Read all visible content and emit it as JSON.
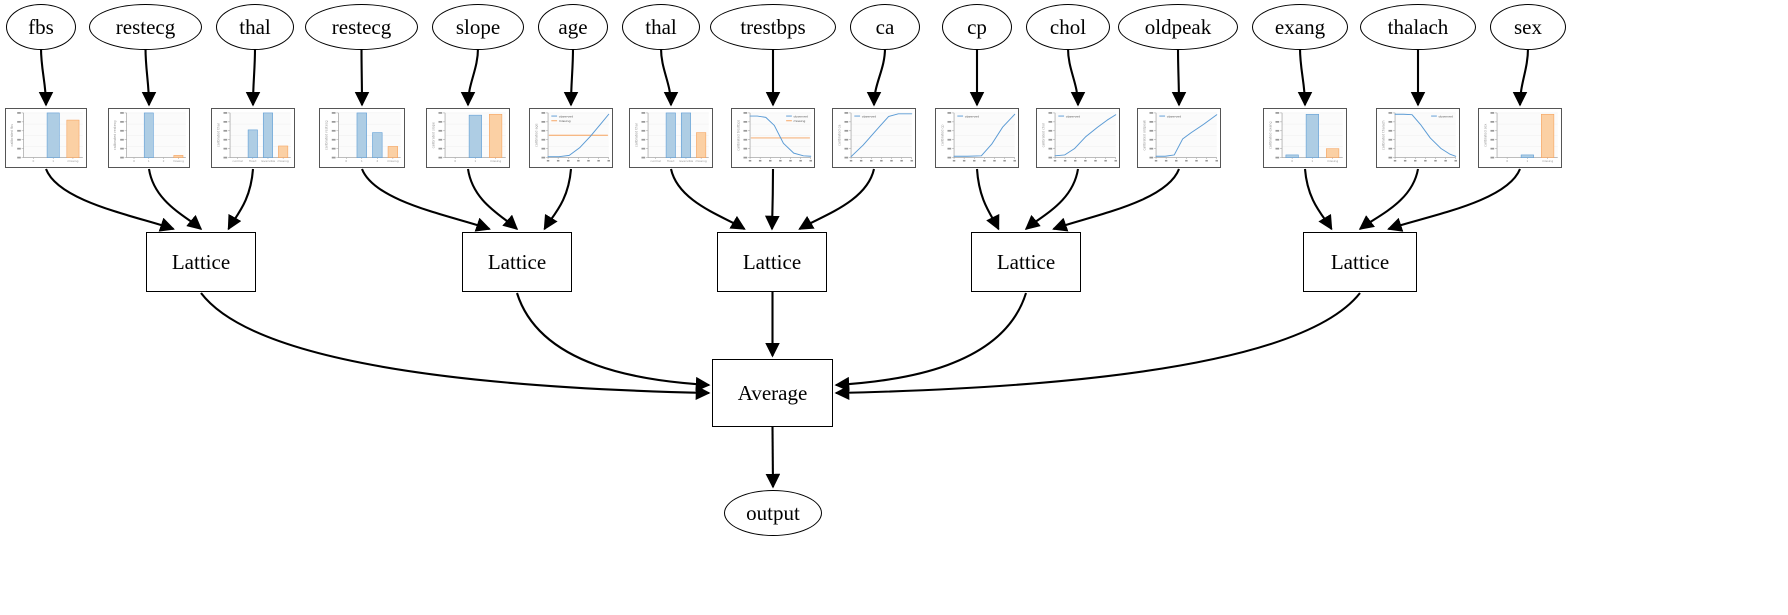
{
  "graph": {
    "type": "calibrated-lattice-ensemble-architecture",
    "direction": "top-to-bottom",
    "output_node_label": "output",
    "lattice_label": "Lattice",
    "average_label": "Average",
    "legend_labels": {
      "observed": "observed",
      "missing": "missing"
    },
    "axis_ylabel_prefix": "calibrated"
  },
  "features": [
    {
      "id": "f0",
      "label": "fbs",
      "lattice": 0,
      "plot": {
        "type": "bar",
        "xlabel": "fbs",
        "ylabel": "calibrated fbs",
        "categories": [
          "0",
          "1",
          "missing"
        ],
        "values": [
          0.0,
          1.0,
          0.84
        ],
        "colors": [
          "#aecde4",
          "#aecde4",
          "#fbd0a4"
        ],
        "ylim": [
          0,
          1
        ]
      }
    },
    {
      "id": "f1",
      "label": "restecg",
      "lattice": 0,
      "plot": {
        "type": "bar",
        "xlabel": "restecg",
        "ylabel": "calibrated restecg",
        "categories": [
          "0",
          "1",
          "2",
          "missing"
        ],
        "values": [
          0.0,
          1.0,
          0.0,
          0.05
        ],
        "colors": [
          "#aecde4",
          "#aecde4",
          "#aecde4",
          "#fbd0a4"
        ],
        "ylim": [
          0,
          1
        ]
      }
    },
    {
      "id": "f2",
      "label": "thal",
      "lattice": 0,
      "plot": {
        "type": "bar",
        "xlabel": "thal",
        "ylabel": "calibrated thal",
        "categories": [
          "normal",
          "fixed",
          "reversible",
          "missing"
        ],
        "values": [
          0.0,
          0.62,
          1.0,
          0.26
        ],
        "colors": [
          "#aecde4",
          "#aecde4",
          "#aecde4",
          "#fbd0a4"
        ],
        "ylim": [
          0,
          1
        ]
      }
    },
    {
      "id": "f3",
      "label": "restecg",
      "lattice": 1,
      "plot": {
        "type": "bar",
        "xlabel": "restecg",
        "ylabel": "calibrated restecg",
        "categories": [
          "0",
          "1",
          "2",
          "missing"
        ],
        "values": [
          0.0,
          1.0,
          0.56,
          0.25
        ],
        "colors": [
          "#aecde4",
          "#aecde4",
          "#aecde4",
          "#fbd0a4"
        ],
        "ylim": [
          0,
          1
        ]
      }
    },
    {
      "id": "f4",
      "label": "slope",
      "lattice": 1,
      "plot": {
        "type": "bar",
        "xlabel": "slope",
        "ylabel": "calibrated slope",
        "categories": [
          "0",
          "1",
          "missing"
        ],
        "values": [
          0.0,
          0.95,
          0.97
        ],
        "colors": [
          "#aecde4",
          "#aecde4",
          "#fbd0a4"
        ],
        "ylim": [
          0,
          1
        ]
      }
    },
    {
      "id": "f5",
      "label": "age",
      "lattice": 1,
      "plot": {
        "type": "line",
        "xlabel": "age",
        "ylabel": "calibrated age",
        "legend": [
          "observed",
          "missing"
        ],
        "observed_x": [
          0,
          0.18,
          0.35,
          0.52,
          0.7,
          0.86,
          1.0
        ],
        "observed_y": [
          0.02,
          0.02,
          0.05,
          0.22,
          0.48,
          0.74,
          0.97
        ],
        "missing_level": 0.5,
        "ylim": [
          0,
          1
        ]
      }
    },
    {
      "id": "f6",
      "label": "thal",
      "lattice": 2,
      "plot": {
        "type": "bar",
        "xlabel": "thal",
        "ylabel": "calibrated thal",
        "categories": [
          "normal",
          "fixed",
          "reversible",
          "missing"
        ],
        "values": [
          0.0,
          1.0,
          1.0,
          0.56
        ],
        "colors": [
          "#aecde4",
          "#aecde4",
          "#aecde4",
          "#fbd0a4"
        ],
        "ylim": [
          0,
          1
        ]
      }
    },
    {
      "id": "f7",
      "label": "trestbps",
      "lattice": 2,
      "plot": {
        "type": "line",
        "xlabel": "trestbps",
        "ylabel": "calibrated trestbps",
        "legend": [
          "observed",
          "missing"
        ],
        "observed_x": [
          0,
          0.12,
          0.26,
          0.4,
          0.55,
          0.72,
          0.88,
          1.0
        ],
        "observed_y": [
          0.93,
          0.93,
          0.9,
          0.72,
          0.32,
          0.1,
          0.04,
          0.03
        ],
        "missing_level": 0.44,
        "ylim": [
          0,
          1
        ]
      }
    },
    {
      "id": "f8",
      "label": "ca",
      "lattice": 2,
      "plot": {
        "type": "line",
        "xlabel": "ca",
        "ylabel": "calibrated ca",
        "legend": [
          "observed"
        ],
        "observed_x": [
          0,
          0.2,
          0.42,
          0.62,
          0.78,
          1.0
        ],
        "observed_y": [
          0.02,
          0.28,
          0.62,
          0.92,
          0.98,
          0.98
        ],
        "ylim": [
          0,
          1
        ]
      }
    },
    {
      "id": "f9",
      "label": "cp",
      "lattice": 3,
      "plot": {
        "type": "line",
        "xlabel": "cp",
        "ylabel": "calibrated cp",
        "legend": [
          "observed"
        ],
        "observed_x": [
          0,
          0.22,
          0.45,
          0.62,
          0.8,
          1.0
        ],
        "observed_y": [
          0.03,
          0.03,
          0.04,
          0.3,
          0.68,
          0.97
        ],
        "ylim": [
          0,
          1
        ]
      }
    },
    {
      "id": "f10",
      "label": "chol",
      "lattice": 3,
      "plot": {
        "type": "line",
        "xlabel": "chol",
        "ylabel": "calibrated chol",
        "legend": [
          "observed"
        ],
        "observed_x": [
          0,
          0.16,
          0.32,
          0.5,
          0.7,
          0.86,
          1.0
        ],
        "observed_y": [
          0.04,
          0.06,
          0.2,
          0.46,
          0.68,
          0.84,
          0.96
        ],
        "ylim": [
          0,
          1
        ]
      }
    },
    {
      "id": "f11",
      "label": "oldpeak",
      "lattice": 3,
      "plot": {
        "type": "line",
        "xlabel": "oldpeak",
        "ylabel": "calibrated oldpeak",
        "legend": [
          "observed"
        ],
        "observed_x": [
          0,
          0.15,
          0.3,
          0.44,
          0.58,
          0.78,
          1.0
        ],
        "observed_y": [
          0.03,
          0.03,
          0.06,
          0.42,
          0.56,
          0.74,
          0.96
        ],
        "ylim": [
          0,
          1
        ]
      }
    },
    {
      "id": "f12",
      "label": "exang",
      "lattice": 4,
      "plot": {
        "type": "bar",
        "xlabel": "exang",
        "ylabel": "calibrated exang",
        "categories": [
          "0",
          "1",
          "missing"
        ],
        "values": [
          0.06,
          0.97,
          0.2
        ],
        "colors": [
          "#aecde4",
          "#aecde4",
          "#fbd0a4"
        ],
        "ylim": [
          0,
          1
        ]
      }
    },
    {
      "id": "f13",
      "label": "thalach",
      "lattice": 4,
      "plot": {
        "type": "line",
        "xlabel": "thalach",
        "ylabel": "calibrated thalach",
        "legend": [
          "observed"
        ],
        "observed_x": [
          0,
          0.14,
          0.28,
          0.42,
          0.58,
          0.76,
          0.9,
          1.0
        ],
        "observed_y": [
          0.97,
          0.97,
          0.96,
          0.74,
          0.44,
          0.2,
          0.08,
          0.03
        ],
        "ylim": [
          0,
          1
        ]
      }
    },
    {
      "id": "f14",
      "label": "sex",
      "lattice": 4,
      "plot": {
        "type": "bar",
        "xlabel": "sex",
        "ylabel": "calibrated sex",
        "categories": [
          "0",
          "1",
          "missing"
        ],
        "values": [
          0.0,
          0.06,
          0.97
        ],
        "colors": [
          "#aecde4",
          "#aecde4",
          "#fbd0a4"
        ],
        "ylim": [
          0,
          1
        ]
      }
    }
  ],
  "lattices": [
    {
      "id": "l0",
      "label": "Lattice"
    },
    {
      "id": "l1",
      "label": "Lattice"
    },
    {
      "id": "l2",
      "label": "Lattice"
    },
    {
      "id": "l3",
      "label": "Lattice"
    },
    {
      "id": "l4",
      "label": "Lattice"
    }
  ],
  "average": {
    "id": "avg",
    "label": "Average"
  },
  "output": {
    "id": "out",
    "label": "output"
  },
  "colors": {
    "observed_series": "#5b9bd5",
    "missing_series": "#f5a15c",
    "bar_observed_fill": "#aecde4",
    "bar_observed_stroke": "#5b9bd5",
    "bar_missing_fill": "#fbd0a4",
    "bar_missing_stroke": "#f5a15c",
    "edge": "#000000",
    "plot_border": "#555555"
  }
}
